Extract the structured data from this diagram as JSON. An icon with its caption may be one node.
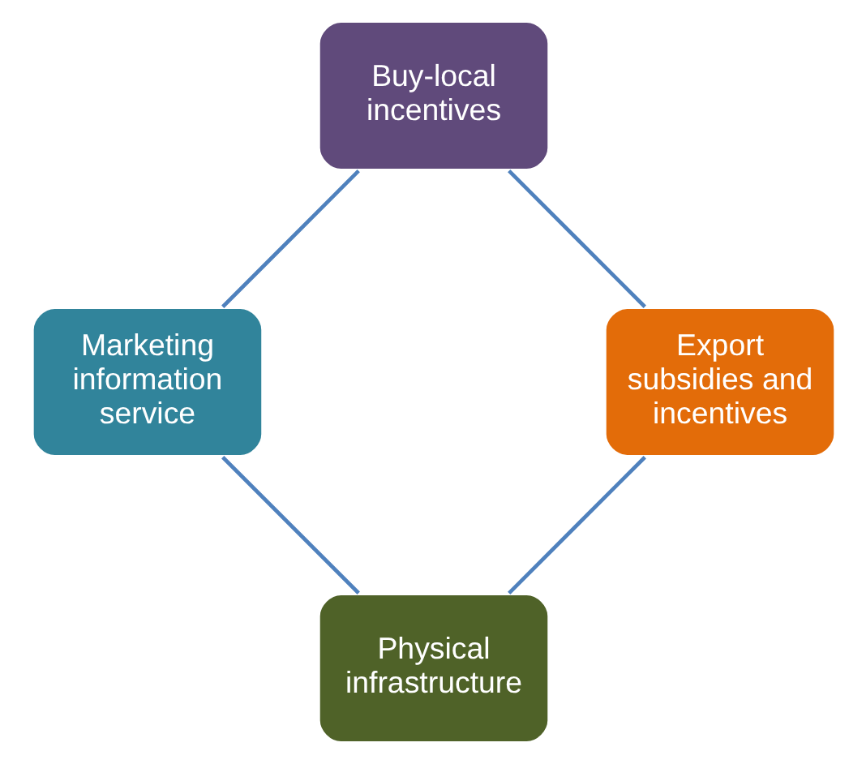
{
  "diagram": {
    "nodes": [
      {
        "text": [
          "Physical infrastructure"
        ]
      },
      {
        "text": [
          "Marketing information service"
        ]
      },
      {
        "text": [
          "Buy-local incentives"
        ]
      },
      {
        "text": [
          "Export subsidies and incentives"
        ]
      }
    ],
    "edges": [
      {
        "from": 0,
        "to": 1,
        "arrow": "none"
      },
      {
        "from": 1,
        "to": 2,
        "arrow": "none"
      },
      {
        "from": 2,
        "to": 3,
        "arrow": "none"
      },
      {
        "from": 3,
        "to": 0,
        "arrow": "none"
      }
    ]
  }
}
